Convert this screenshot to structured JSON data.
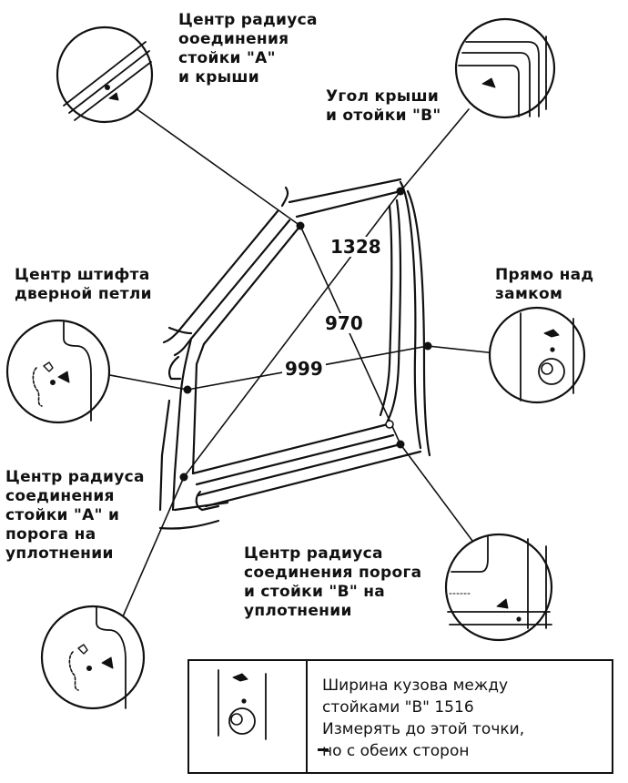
{
  "labels": {
    "a_roof": [
      "Центр радиуса",
      "ооединения",
      "стойки \"А\"",
      "и крыши"
    ],
    "roof_b": [
      "Угол крыши",
      "и отойки \"В\""
    ],
    "hinge": [
      "Центр штифта",
      "дверной петли"
    ],
    "lock": [
      "Прямо над",
      "замком"
    ],
    "a_sill": [
      "Центр радиуса",
      "соединения",
      "стойки \"А\" и",
      "порога на",
      "уплотнении"
    ],
    "sill_b": [
      "Центр радиуса",
      "соединения порога",
      "и стойки \"В\" на",
      "уплотнении"
    ]
  },
  "dimensions": {
    "d1328": "1328",
    "d970": "970",
    "d999": "999"
  },
  "legend": {
    "line1": "Ширина кузова между",
    "line2": "стойками \"В\" 1516",
    "line3": "Измерять до этой точки,",
    "line4": "но с обеих сторон"
  }
}
